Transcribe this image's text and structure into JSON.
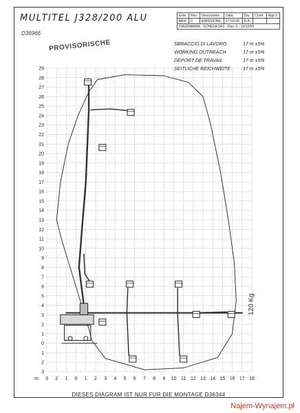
{
  "title": "MULTITEL J328/200 ALU",
  "code": "D36966",
  "stamp": "PROVISORISCHE",
  "title_block": {
    "header": [
      "Ente",
      "Rev.",
      "Descrizione",
      "Data",
      "Dis.",
      "Contr.",
      "App.ti"
    ],
    "row1": [
      "MKK",
      "0",
      "EMISSIONE",
      "17-03-05",
      "K.B.",
      "",
      ""
    ],
    "row2": "DIAGRAMMA - SCHEDA 54/2 - Rev. 0 - 15/12/00"
  },
  "specs": [
    {
      "label": "SBRACCIO DI LAVORO",
      "value": "17 m ±5%"
    },
    {
      "label": "WORKING OUTREACH",
      "value": "17 m ±5%"
    },
    {
      "label": "DEPORT DE TRAVAIL",
      "value": "17 m ±5%"
    },
    {
      "label": "SEITLICHE REICHWEITE",
      "value": "17 m ±5%"
    }
  ],
  "load_label": "120 Kg",
  "footer": "DIESES DIAGRAM IST NUR FUR DIE MONTAGE D36344",
  "brand": "Najem-Wynajem.pl",
  "chart_data": {
    "type": "diagram",
    "x_unit": "m",
    "x_ticks": [
      3,
      2,
      1,
      0,
      1,
      2,
      3,
      4,
      5,
      6,
      7,
      8,
      9,
      10,
      11,
      12,
      13,
      14,
      15,
      16,
      17,
      18
    ],
    "y_ticks": [
      29,
      28,
      27,
      26,
      25,
      24,
      23,
      22,
      21,
      20,
      19,
      18,
      17,
      16,
      15,
      14,
      13,
      12,
      11,
      10,
      9,
      8,
      7,
      6,
      5,
      4,
      3,
      2,
      1,
      0,
      1,
      2,
      3
    ],
    "x_range": [
      -3,
      18
    ],
    "y_range": [
      -3,
      29
    ],
    "envelope": [
      [
        -1.5,
        11
      ],
      [
        -2.0,
        13
      ],
      [
        -1.6,
        17
      ],
      [
        -0.8,
        21
      ],
      [
        0.2,
        24
      ],
      [
        1.3,
        26.5
      ],
      [
        2.2,
        27.8
      ],
      [
        5.0,
        28.3
      ],
      [
        9.0,
        28.2
      ],
      [
        11.5,
        27.5
      ],
      [
        13.0,
        26.0
      ],
      [
        13.8,
        23.0
      ],
      [
        14.8,
        18.0
      ],
      [
        15.6,
        13.0
      ],
      [
        16.2,
        8.5
      ],
      [
        16.4,
        4.5
      ],
      [
        16.0,
        1.0
      ],
      [
        14.5,
        -1.5
      ],
      [
        11.0,
        -2.6
      ],
      [
        7.0,
        -2.8
      ],
      [
        3.0,
        -1.6
      ],
      [
        1.6,
        0.3
      ],
      [
        1.4,
        1.2
      ]
    ],
    "boom_vertical": [
      [
        0.8,
        4.0
      ],
      [
        0.3,
        8.0
      ],
      [
        0.6,
        12.0
      ],
      [
        1.0,
        17.0
      ],
      [
        1.2,
        22.0
      ],
      [
        1.3,
        24.5
      ],
      [
        1.3,
        27.2
      ]
    ],
    "boom_jib": [
      [
        1.5,
        24.6
      ],
      [
        3.5,
        24.7
      ],
      [
        5.5,
        24.5
      ]
    ],
    "boom_mid": [
      [
        0.8,
        9.4
      ],
      [
        0.9,
        7.3
      ],
      [
        1.6,
        6.2
      ]
    ],
    "boom_horizontal": [
      [
        -1.0,
        3.2
      ],
      [
        17.0,
        3.2
      ]
    ],
    "baskets": [
      [
        1.2,
        27.5
      ],
      [
        5.6,
        24.3
      ],
      [
        2.7,
        20.6
      ],
      [
        1.4,
        6.2
      ],
      [
        5.5,
        6.2
      ],
      [
        10.5,
        6.2
      ],
      [
        12.3,
        3.0
      ],
      [
        15.9,
        3.0
      ],
      [
        2.7,
        2.2
      ],
      [
        5.8,
        -1.7
      ],
      [
        11.0,
        -1.7
      ]
    ],
    "booms_down": [
      [
        5.2,
        3.1
      ],
      [
        5.4,
        -1.3
      ],
      [
        10.4,
        3.1
      ],
      [
        10.6,
        -1.3
      ]
    ],
    "booms_up": [
      [
        5.2,
        3.2
      ],
      [
        5.3,
        5.8
      ],
      [
        10.4,
        3.2
      ],
      [
        10.4,
        5.8
      ],
      [
        12.0,
        3.2
      ],
      [
        15.4,
        3.3
      ]
    ]
  }
}
